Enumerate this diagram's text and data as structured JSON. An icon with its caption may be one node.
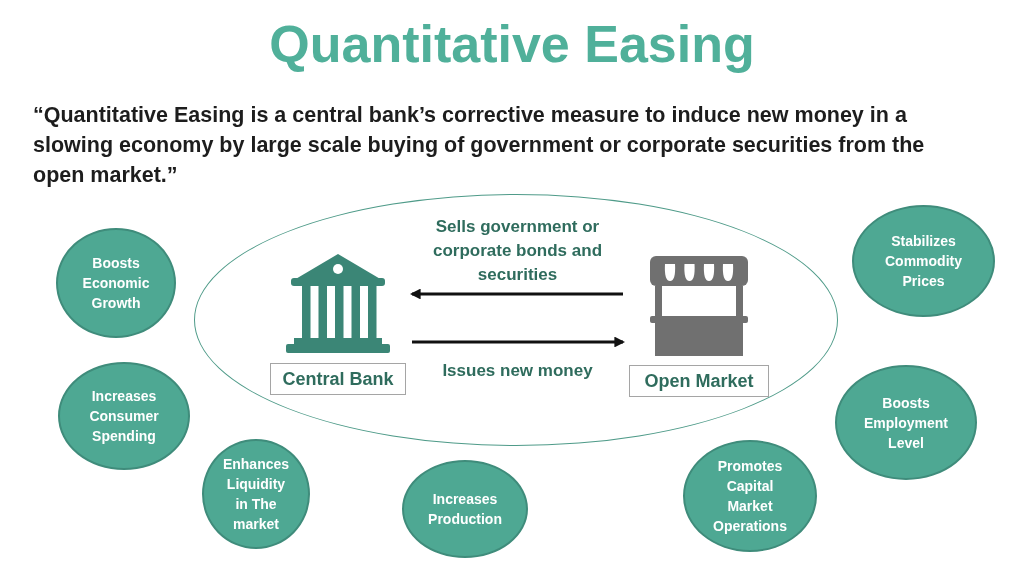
{
  "diagram": {
    "title": "Quantitative Easing",
    "nodes": [
      {
        "text": [],
        "shape": "ellipse"
      },
      {
        "text": [
          "Central Bank"
        ],
        "in": 0
      },
      {
        "text": [
          "Open Market"
        ],
        "in": 0
      },
      {
        "text": [
          "Boosts Economic Growth"
        ]
      },
      {
        "text": [
          "Stabilizes Commodity Prices"
        ]
      },
      {
        "text": [
          "Increases Consumer Spending"
        ]
      },
      {
        "text": [
          "Boosts Employment Level"
        ]
      },
      {
        "text": [
          "Enhances Liquidity in The market"
        ]
      },
      {
        "text": [
          "Increases Production"
        ]
      },
      {
        "text": [
          "Promotes Capital Market Operations"
        ]
      }
    ],
    "edges": [
      {
        "from": 2,
        "to": 1,
        "arrow": "to",
        "label": "Sells government or corporate bonds and securities"
      },
      {
        "from": 1,
        "to": 2,
        "arrow": "to",
        "label": "Issues new money"
      }
    ],
    "labels": [
      "“Quantitative Easing is a central bank’s corrective measure to induce new money in a slowing economy by large scale buying of government or corporate securities from the open market.”"
    ]
  }
}
